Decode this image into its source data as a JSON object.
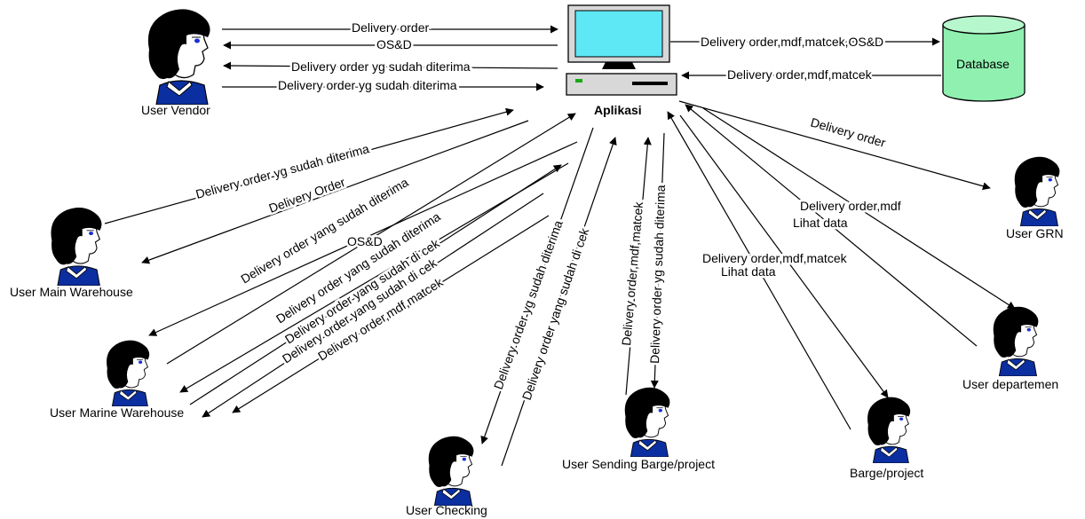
{
  "app_label": "Aplikasi",
  "database_label": "Database",
  "actors": {
    "vendor": "User Vendor",
    "main_warehouse": "User Main Warehouse",
    "marine_warehouse": "User Marine Warehouse",
    "checking": "User Checking",
    "sending": "User Sending Barge/project",
    "barge": "Barge/project",
    "departemen": "User departemen",
    "grn": "User GRN"
  },
  "edges": [
    "Delivery order",
    "OS&D",
    "Delivery order yg sudah diterima",
    "Delivery order yg sudah diterima",
    "Delivery order,mdf,matcek,OS&D",
    "Delivery order,mdf,matcek",
    "Delivery order yg sudah diterima",
    "Delivery Order",
    "Delivery order yang sudah diterima",
    "OS&D",
    "Delivery order yang sudah diterima",
    "Delivery order yang sudah di cek",
    "Delivery order yang sudah di cek",
    "Delivery order,mdf,matcek",
    "Delivery order yg sudah diterima",
    "Delivery order yang sudah di cek",
    "Delivery order,mdf,matcek",
    "Delivery order yg sudah diterima",
    "Delivery order",
    "Delivery order,mdf",
    "Lihat data",
    "Delivery order,mdf,matcek",
    "Lihat data"
  ],
  "colors": {
    "screen": "#5ee8f5",
    "monitor_body": "#d8d8d8",
    "database": "#8ff0b0",
    "hair": "#000000",
    "eye": "#1a2fd6",
    "shirt": "#0b2fa0"
  }
}
